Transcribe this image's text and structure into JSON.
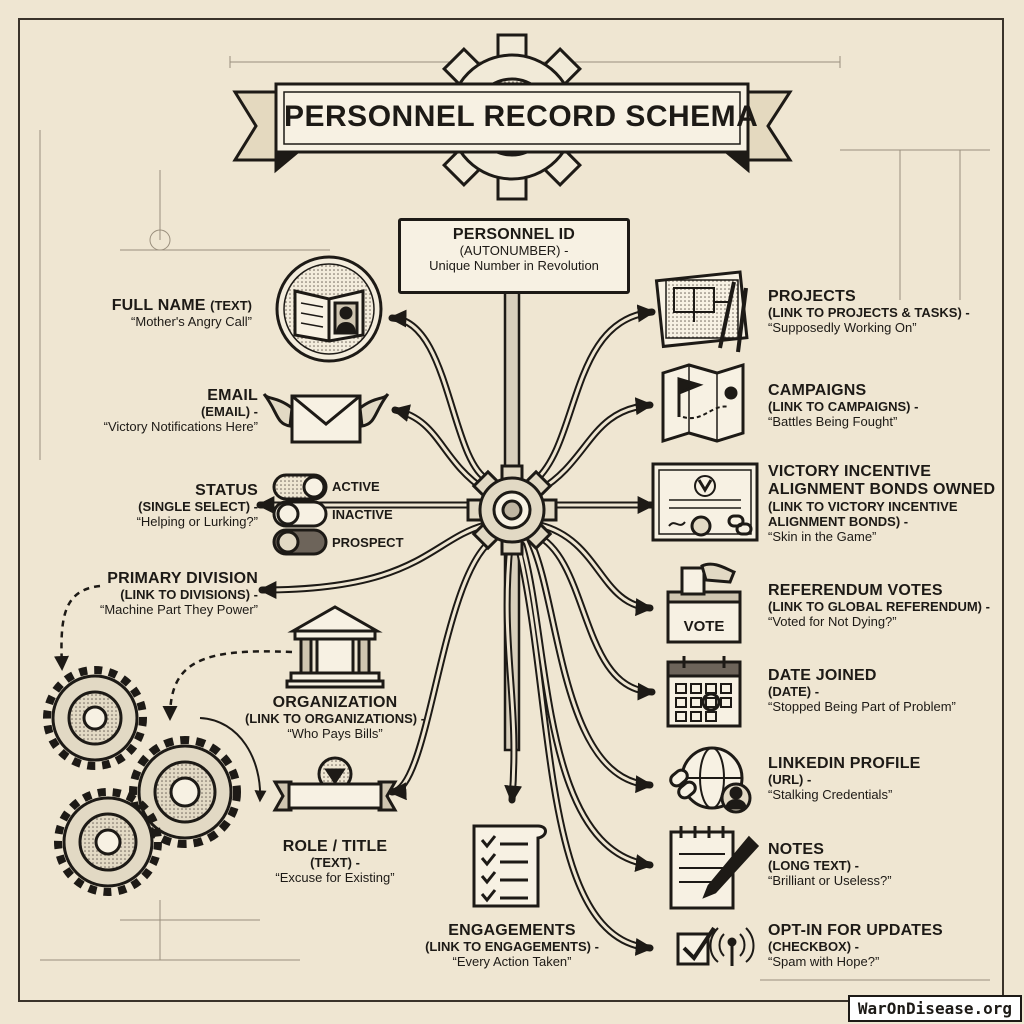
{
  "title": "PERSONNEL RECORD SCHEMA",
  "hub": {
    "label": "PERSONNEL ID",
    "type": "(AUTONUMBER) -",
    "desc": "Unique Number in Revolution"
  },
  "left_fields": {
    "full_name": {
      "label": "FULL NAME",
      "type": "(TEXT)",
      "desc": "“Mother's Angry Call”",
      "icon": "book-icon"
    },
    "email": {
      "label": "EMAIL",
      "type": "(EMAIL) -",
      "desc": "“Victory Notifications Here”",
      "icon": "winged-envelope-icon"
    },
    "status": {
      "label": "STATUS",
      "type": "(SINGLE SELECT) -",
      "desc": "“Helping or Lurking?”",
      "options": [
        "ACTIVE",
        "INACTIVE",
        "PROSPECT"
      ],
      "icon": "toggle-icon"
    },
    "primary_division": {
      "label": "PRIMARY DIVISION",
      "type": "(LINK TO DIVISIONS) -",
      "desc": "“Machine Part They Power”",
      "icon": "gears-icon"
    },
    "organization": {
      "label": "ORGANIZATION",
      "type": "(LINK TO ORGANIZATIONS) -",
      "desc": "“Who Pays Bills”",
      "icon": "bank-icon"
    },
    "role_title": {
      "label": "ROLE / TITLE",
      "type": "(TEXT) -",
      "desc": "“Excuse for Existing”",
      "icon": "ribbon-banner-icon"
    }
  },
  "bottom_field": {
    "engagements": {
      "label": "ENGAGEMENTS",
      "type": "(LINK TO ENGAGEMENTS) -",
      "desc": "“Every Action Taken”",
      "icon": "checklist-icon"
    }
  },
  "right_fields": {
    "projects": {
      "label": "PROJECTS",
      "type": "(LINK TO PROJECTS & TASKS) -",
      "desc": "“Supposedly Working On”",
      "icon": "blueprint-icon"
    },
    "campaigns": {
      "label": "CAMPAIGNS",
      "type": "(LINK TO CAMPAIGNS) -",
      "desc": "“Battles Being Fought”",
      "icon": "map-flag-icon"
    },
    "vibes": {
      "label1": "VICTORY INCENTIVE",
      "label2": "ALIGNMENT BONDS OWNED",
      "type1": "(LINK TO VICTORY INCENTIVE",
      "type2": "ALIGNMENT BONDS) -",
      "desc": "“Skin in the Game”",
      "icon": "certificate-icon"
    },
    "referendum": {
      "label": "REFERENDUM VOTES",
      "type": "(LINK TO GLOBAL REFERENDUM) -",
      "desc": "“Voted for Not Dying?”",
      "ballot_text": "VOTE",
      "icon": "ballot-box-icon"
    },
    "date_joined": {
      "label": "DATE JOINED",
      "type": "(DATE) -",
      "desc": "“Stopped Being Part of Problem”",
      "icon": "calendar-icon"
    },
    "linkedin": {
      "label": "LINKEDIN PROFILE",
      "type": "(URL) -",
      "desc": "“Stalking Credentials”",
      "icon": "globe-link-icon"
    },
    "notes": {
      "label": "NOTES",
      "type": "(LONG TEXT) -",
      "desc": "“Brilliant or Useless?”",
      "icon": "notepad-icon"
    },
    "opt_in": {
      "label": "OPT-IN FOR UPDATES",
      "type": "(CHECKBOX) -",
      "desc": "“Spam with Hope?”",
      "icon": "checkbox-signal-icon"
    }
  },
  "footer": "WarOnDisease.org",
  "colors": {
    "paper": "#efe6d2",
    "ink": "#1d1a16",
    "blueprint_line": "#9a8f7d"
  }
}
